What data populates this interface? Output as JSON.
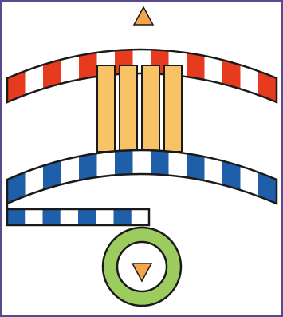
{
  "figure": {
    "colors": {
      "frame": "#574a8e",
      "background": "#ffffff",
      "outline": "#1a1a1a",
      "red": "#e63b1f",
      "blue": "#1f5ea8",
      "gold": "#f8c266",
      "orange": "#f4a54a",
      "green": "#9ccb5e"
    },
    "top_arrow": {
      "icon": "triangle-up",
      "color": "#f4a54a"
    },
    "upper_arc": {
      "pattern": "red-white-stripes"
    },
    "middle_bars": {
      "count": 4,
      "color": "#f8c266"
    },
    "lower_arc": {
      "pattern": "blue-white-stripes"
    },
    "hook_strip": {
      "pattern": "blue-white-stripes"
    },
    "ring": {
      "color": "#9ccb5e",
      "inner_arrow": {
        "icon": "triangle-down",
        "color": "#f4a54a"
      }
    }
  }
}
